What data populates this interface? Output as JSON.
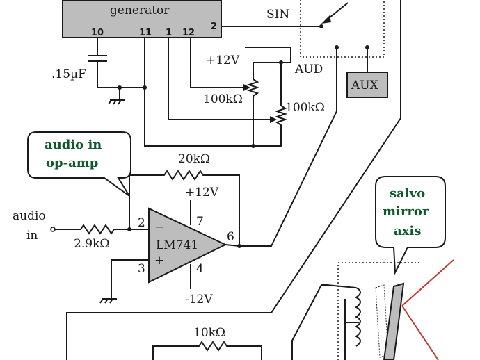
{
  "generator": {
    "label": "generator",
    "pins": [
      "10",
      "11",
      "1",
      "12",
      "2"
    ]
  },
  "labels": {
    "sin": "SIN",
    "aud": "AUD",
    "aux": "AUX",
    "plus12_top": "+12V",
    "cap": ".15µF",
    "r_pot1": "100kΩ",
    "r_pot2": "100kΩ",
    "r_feedback": "20kΩ",
    "plus12_opamp": "+12V",
    "minus12_opamp": "-12V",
    "audio_in_1": "audio",
    "audio_in_2": "in",
    "r_input": "2.9kΩ",
    "opamp_name": "LM741",
    "opamp_minus": "−",
    "opamp_plus": "+",
    "pin2": "2",
    "pin3": "3",
    "pin4": "4",
    "pin6": "6",
    "pin7": "7",
    "r_bottom": "10kΩ"
  },
  "callouts": {
    "audio_opamp": [
      "audio in",
      "op-amp"
    ],
    "galvo": [
      "salvo",
      "mirror",
      "axis"
    ]
  },
  "colors": {
    "wire": "#1a1a1a",
    "component_fill": "#bdbdbd",
    "callout_text": "#0f5a2a",
    "laser": "#c0392b"
  }
}
